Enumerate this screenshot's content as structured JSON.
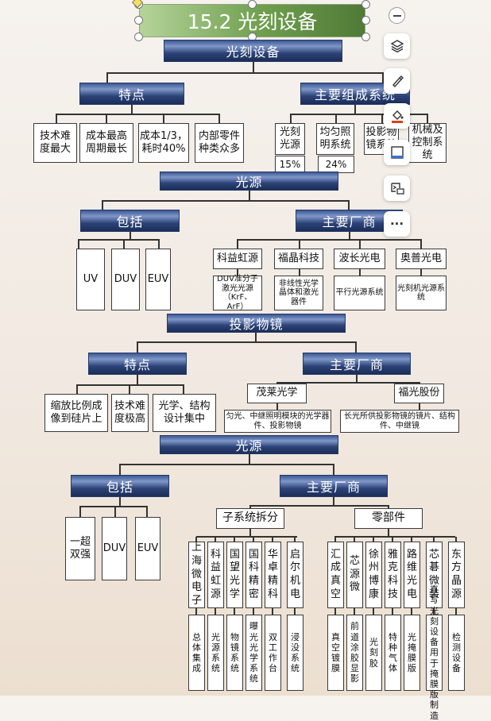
{
  "title": "15.2 光刻设备",
  "root": "光刻设备",
  "s1": {
    "features": "特点",
    "components": "主要组成系统",
    "feature_items": [
      "技术难度最大",
      "成本最高周期最长",
      "成本1/3，耗时40%",
      "内部零件种类众多"
    ],
    "component_items": [
      "光刻光源",
      "均匀照明系统",
      "投影物镜系统",
      "机械及控制系统"
    ],
    "percents": [
      "15%",
      "24%"
    ]
  },
  "s2": {
    "header": "光源",
    "includes": "包括",
    "makers": "主要厂商",
    "include_items": [
      "UV",
      "DUV",
      "EUV"
    ],
    "maker_items": [
      "科益虹源",
      "福晶科技",
      "波长光电",
      "奥普光电"
    ],
    "maker_products": [
      "DUV准分子激光光源（KrF、ArF）",
      "非线性光学晶体和激光器件",
      "平行光源系统",
      "光刻机光源系统"
    ]
  },
  "s3": {
    "header": "投影物镜",
    "features": "特点",
    "makers": "主要厂商",
    "feature_items": [
      "缩放比例成像到硅片上",
      "技术难度极高",
      "光学、结构设计集中"
    ],
    "maker_items": [
      "茂莱光学",
      "福光股份"
    ],
    "maker_products": [
      "匀光、中继照明模块的光学器件、投影物镜",
      "长光所供投影物镜的镜片、结构件、中继镜"
    ]
  },
  "s4": {
    "header": "光源",
    "includes": "包括",
    "makers": "主要厂商",
    "include_items": [
      "一超双强",
      "DUV",
      "EUV"
    ],
    "subsystem": "子系统拆分",
    "parts": "零部件",
    "subsystem_companies": [
      "上海微电子",
      "科益虹源",
      "国望光学",
      "国科精密",
      "华卓精科",
      "启尔机电"
    ],
    "subsystem_products": [
      "总体集成",
      "光源系统",
      "物镜系统",
      "曝光光学系统",
      "双工作台",
      "浸没系统"
    ],
    "parts_companies": [
      "汇成真空",
      "芯源微",
      "徐州博康",
      "雅克科技",
      "路维光电",
      "芯碁微装",
      "东方晶源"
    ],
    "parts_products": [
      "真空镀膜",
      "前道涂胶显影",
      "光刻胶",
      "特种气体",
      "光掩膜版",
      "直写光刻设备用于掩膜版制造",
      "检测设备"
    ]
  },
  "toolbar": {
    "icons": [
      "minus-icon",
      "layers-icon",
      "brush-icon",
      "fill-icon",
      "frame-icon",
      "prompt-icon",
      "more-icon"
    ],
    "more_label": "···"
  }
}
